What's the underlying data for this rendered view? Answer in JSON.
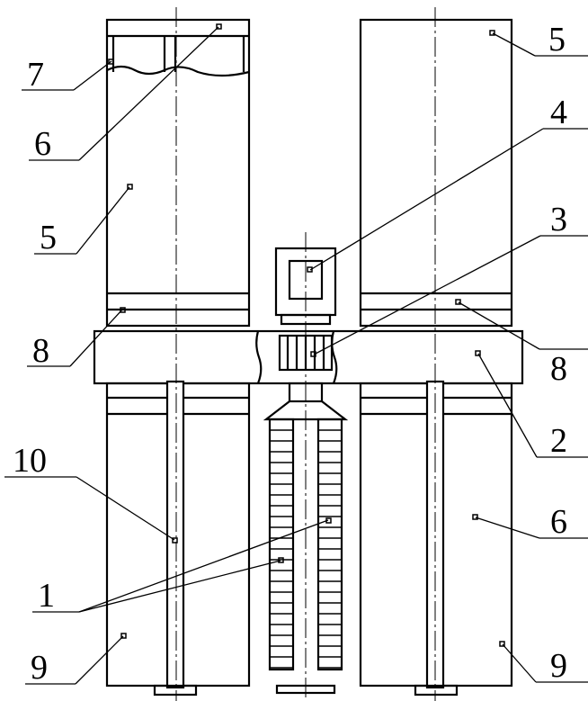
{
  "labels": {
    "l7": "7",
    "l6a": "6",
    "l5a": "5",
    "l8a": "8",
    "l10": "10",
    "l1": "1",
    "l9a": "9",
    "l5b": "5",
    "l4": "4",
    "l3": "3",
    "l8b": "8",
    "l2": "2",
    "l6b": "6",
    "l9b": "9"
  },
  "colors": {
    "ink": "#000000",
    "paper": "#ffffff"
  }
}
